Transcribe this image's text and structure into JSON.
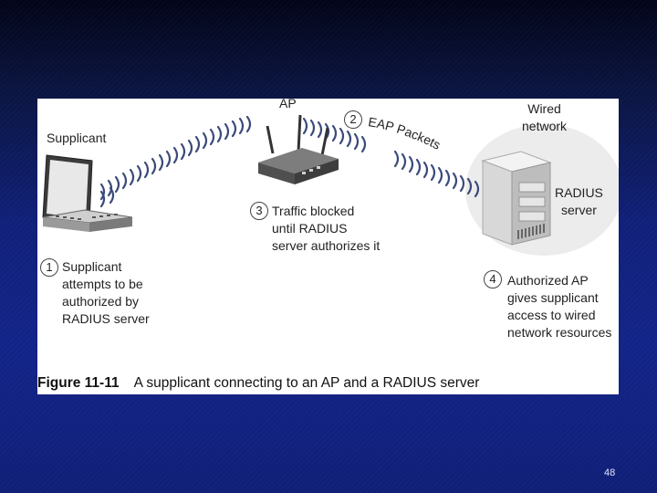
{
  "figure": {
    "labels": {
      "supplicant": "Supplicant",
      "ap": "AP",
      "wired_network": [
        "Wired",
        "network"
      ],
      "eap_packets": "EAP Packets",
      "radius_server": [
        "RADIUS",
        "server"
      ]
    },
    "steps": [
      {
        "number": "1",
        "lines": [
          "Supplicant",
          "attempts to be",
          "authorized by",
          "RADIUS server"
        ]
      },
      {
        "number": "2",
        "lines": []
      },
      {
        "number": "3",
        "lines": [
          "Traffic blocked",
          "until RADIUS",
          "server authorizes it"
        ]
      },
      {
        "number": "4",
        "lines": [
          "Authorized AP",
          "gives supplicant",
          "access to wired",
          "network resources"
        ]
      }
    ],
    "caption": {
      "number": "Figure 11-11",
      "text": "A supplicant connecting to an AP and a RADIUS server"
    }
  },
  "slide": {
    "page_number": "48"
  },
  "colors": {
    "slide_background": "#12248a",
    "panel": "#ffffff",
    "signal_waves": "#3a4a7a"
  },
  "icons": [
    "laptop-icon",
    "access-point-icon",
    "server-icon",
    "signal-wave-icon"
  ]
}
